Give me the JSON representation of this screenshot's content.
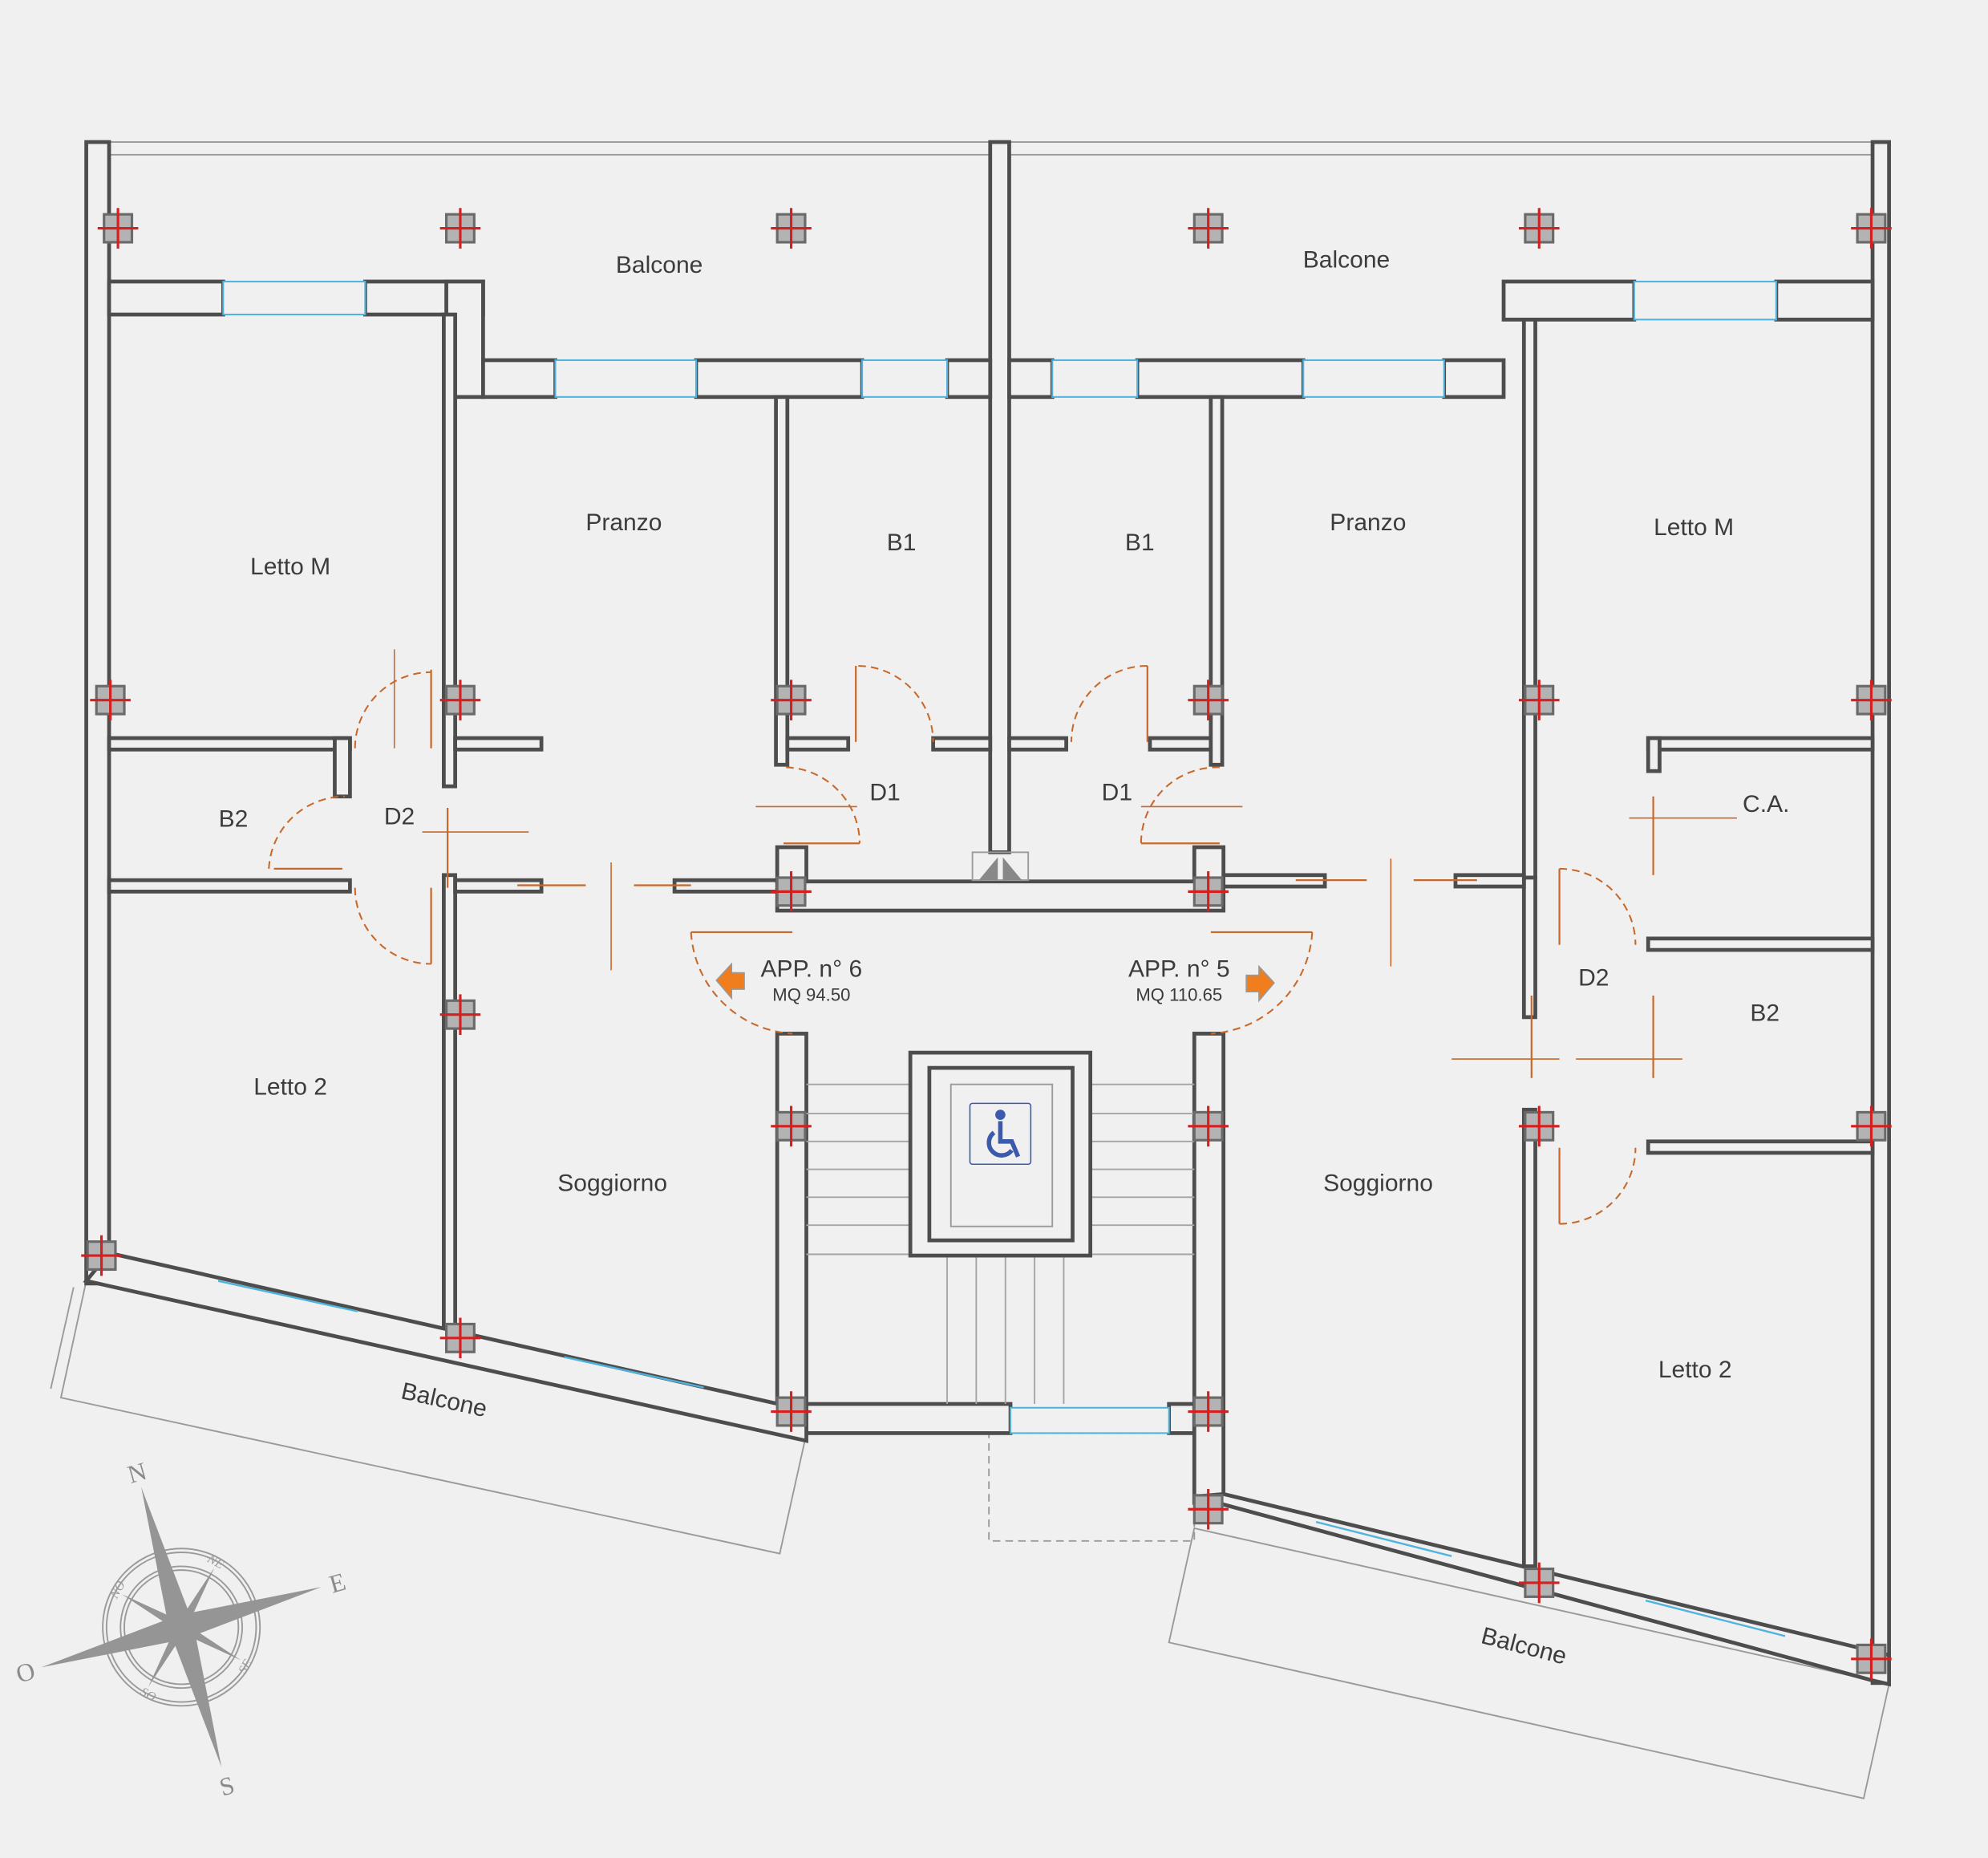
{
  "rooms": {
    "left_unit": {
      "balcone_top": "Balcone",
      "letto_m": "Letto M",
      "pranzo": "Pranzo",
      "b1": "B1",
      "b2": "B2",
      "d2": "D2",
      "d1": "D1",
      "letto_2": "Letto 2",
      "soggiorno": "Soggiorno",
      "balcone_bottom": "Balcone"
    },
    "right_unit": {
      "balcone_top": "Balcone",
      "b1": "B1",
      "pranzo": "Pranzo",
      "letto_m": "Letto M",
      "d1": "D1",
      "ca": "C.A.",
      "d2": "D2",
      "b2": "B2",
      "soggiorno": "Soggiorno",
      "letto_2": "Letto 2",
      "balcone_bottom": "Balcone"
    }
  },
  "apartments": [
    {
      "label": "APP. n° 6",
      "area": "MQ 94.50",
      "arrow": "left"
    },
    {
      "label": "APP. n° 5",
      "area": "MQ 110.65",
      "arrow": "right"
    }
  ],
  "compass": {
    "n": "N",
    "s": "S",
    "e": "E",
    "o": "O",
    "ne": "NE",
    "no": "NO",
    "se": "SE",
    "so": "SO"
  },
  "icons": {
    "accessibility": "wheelchair-icon",
    "arrow": "orange-arrow-icon",
    "compass": "compass-rose-icon"
  },
  "colors": {
    "wall": "#4d4d4d",
    "window": "#4fb3de",
    "door": "#c8682a",
    "column_cross": "#d42020",
    "arrow": "#f07d1e",
    "wheelchair": "#3a5bab",
    "background": "#f0f0f0"
  }
}
